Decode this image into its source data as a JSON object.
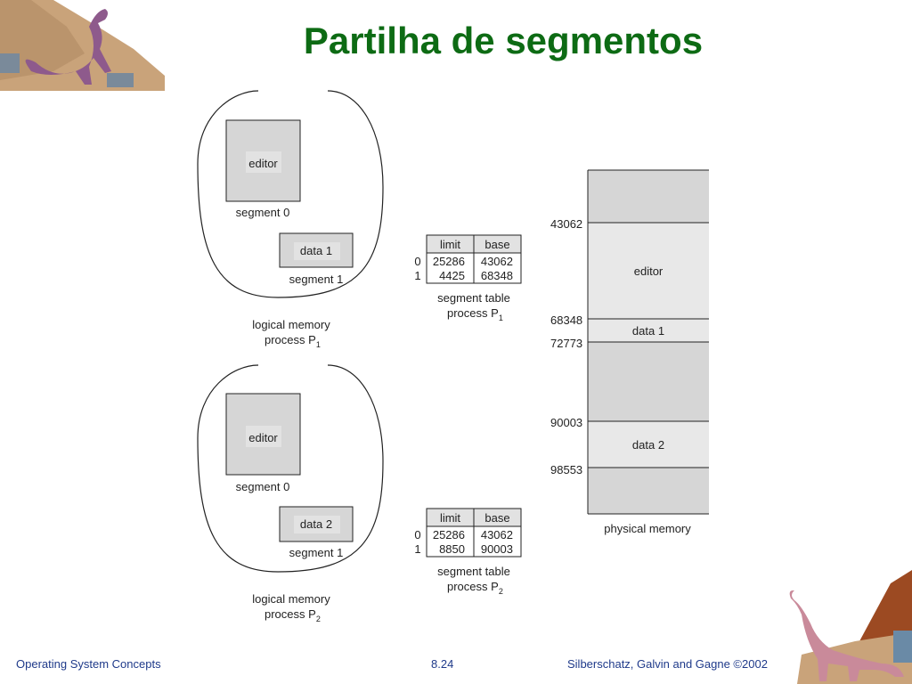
{
  "slide": {
    "title": "Partilha de segmentos",
    "footer_left": "Operating System Concepts",
    "footer_center": "8.24",
    "footer_right": "Silberschatz, Galvin and  Gagne ©2002"
  },
  "process1": {
    "logical": {
      "seg0_name": "editor",
      "seg0_label": "segment 0",
      "seg1_name": "data 1",
      "seg1_label": "segment 1",
      "caption_line1": "logical memory",
      "caption_line2": "process P",
      "caption_sub": "1"
    },
    "table": {
      "headers": [
        "limit",
        "base"
      ],
      "rows": [
        {
          "index": "0",
          "limit": "25286",
          "base": "43062"
        },
        {
          "index": "1",
          "limit": "4425",
          "base": "68348"
        }
      ],
      "caption_line1": "segment table",
      "caption_line2": "process P",
      "caption_sub": "1"
    }
  },
  "process2": {
    "logical": {
      "seg0_name": "editor",
      "seg0_label": "segment 0",
      "seg1_name": "data 2",
      "seg1_label": "segment 1",
      "caption_line1": "logical memory",
      "caption_line2": "process P",
      "caption_sub": "2"
    },
    "table": {
      "headers": [
        "limit",
        "base"
      ],
      "rows": [
        {
          "index": "0",
          "limit": "25286",
          "base": "43062"
        },
        {
          "index": "1",
          "limit": "8850",
          "base": "90003"
        }
      ],
      "caption_line1": "segment table",
      "caption_line2": "process P",
      "caption_sub": "2"
    }
  },
  "physical": {
    "addresses": [
      "43062",
      "68348",
      "72773",
      "90003",
      "98553"
    ],
    "blocks": [
      "editor",
      "data 1",
      "data 2"
    ],
    "caption": "physical memory"
  },
  "colors": {
    "title": "#0d6b14",
    "footer": "#1f3a8a",
    "segment_fill": "#d6d6d6",
    "label_fill": "#e8e8e8"
  }
}
